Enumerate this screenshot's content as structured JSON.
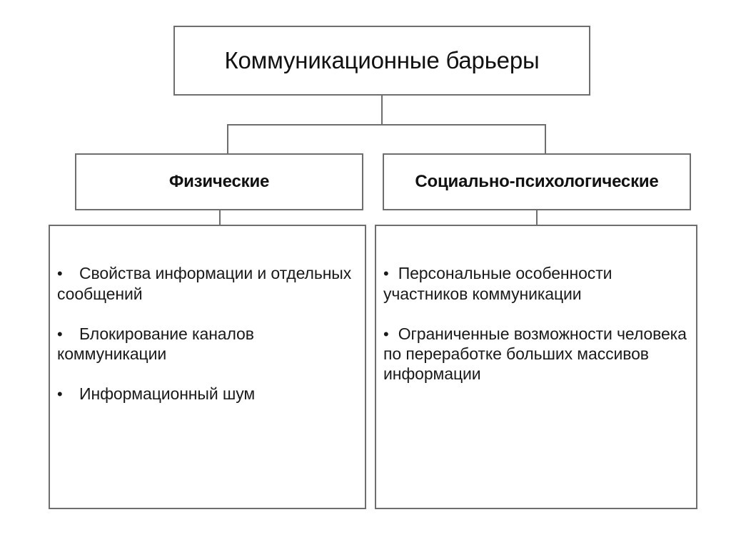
{
  "diagram": {
    "title": "Коммуникационные барьеры",
    "root": {
      "label": "Коммуникационные барьеры"
    },
    "branches": [
      {
        "id": "physical",
        "header": "Физические",
        "items": [
          "Свойства информации и отдельных сообщений",
          "Блокирование каналов коммуникации",
          "Информационный шум"
        ]
      },
      {
        "id": "socio-psychological",
        "header": "Социально-психологические",
        "items": [
          "Персональные особенности участников коммуникации",
          "Ограниченные возможности человека по переработке больших массивов информации"
        ]
      }
    ],
    "colors": {
      "background": "#ffffff",
      "border": "#6e6e6e",
      "text": "#111111"
    }
  }
}
